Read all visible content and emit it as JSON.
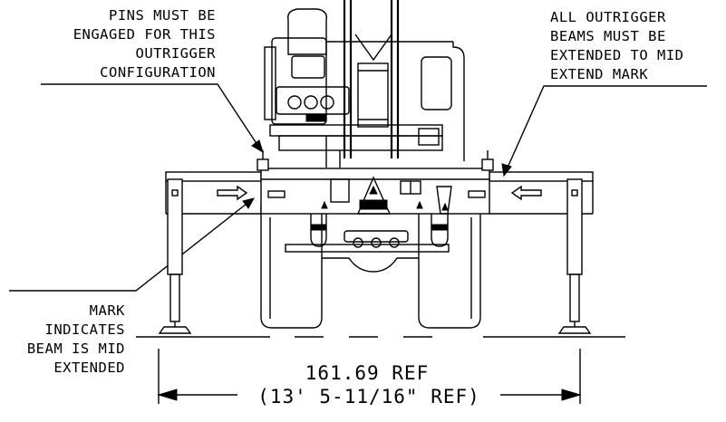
{
  "callouts": {
    "pins_note": [
      "PINS MUST BE",
      "ENGAGED FOR THIS",
      "OUTRIGGER",
      "CONFIGURATION"
    ],
    "beams_note": [
      "ALL OUTRIGGER",
      "BEAMS MUST BE",
      "EXTENDED TO MID",
      "EXTEND MARK"
    ],
    "mark_note": [
      "MARK",
      "INDICATES",
      "BEAM IS MID",
      "EXTENDED"
    ]
  },
  "dimension": {
    "primary": "161.69 REF",
    "secondary": "(13' 5-11/16\" REF)"
  }
}
